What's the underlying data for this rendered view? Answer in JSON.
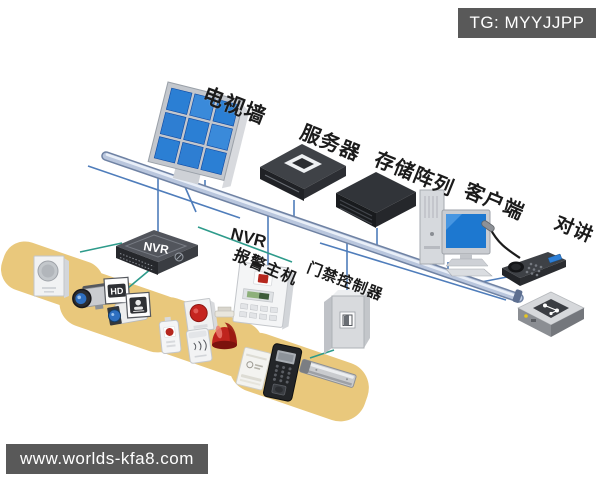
{
  "badges": {
    "top_right": "TG: MYYJJPP",
    "bottom_left": "www.worlds-kfa8.com"
  },
  "labels": {
    "tv_wall": "电视墙",
    "server": "服务器",
    "storage_array": "存储阵列",
    "client": "客户端",
    "intercom": "对讲",
    "nvr": "NVR",
    "alarm_host": "报警主机",
    "access_controller": "门禁控制器"
  },
  "device_marks": {
    "nvr_top": "NVR",
    "hd_badge": "HD"
  },
  "colors": {
    "badge_bg": "#595959",
    "zone_fill": "#e9c87c",
    "bus_edge": "#6f82a3",
    "bus_core": "#b9c6dd",
    "bus_highlight": "#e9eff8",
    "connector_blue": "#4f7dbb",
    "connector_teal": "#2e9b8b",
    "screen_blue": "#2b7fd4",
    "siren_red": "#bf241d",
    "alarm_button_red": "#c52420"
  }
}
